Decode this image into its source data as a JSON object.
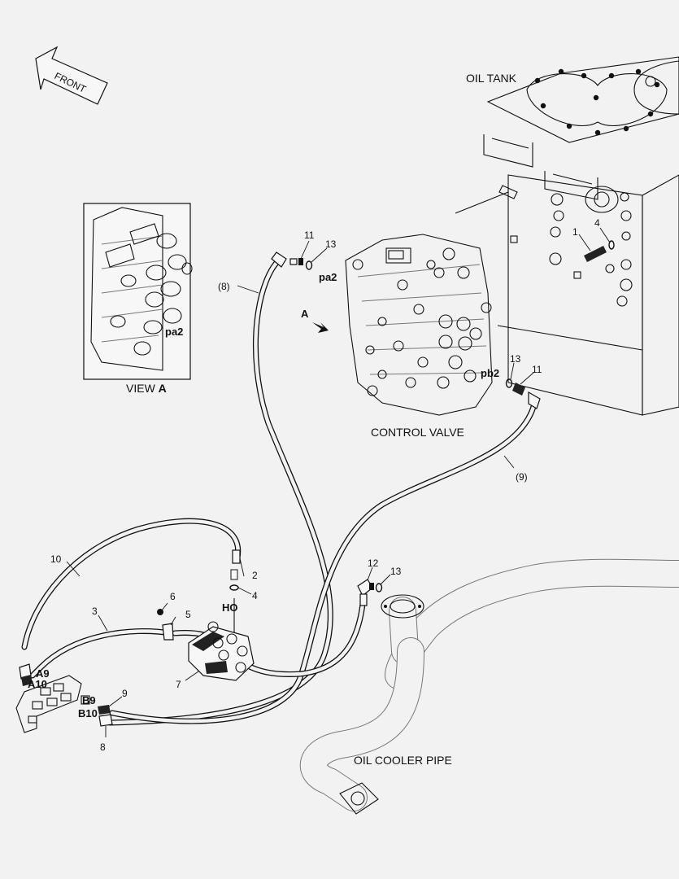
{
  "front_label": "FRONT",
  "captions": {
    "oil_tank": "OIL TANK",
    "control_valve": "CONTROL VALVE",
    "oil_cooler_pipe": "OIL COOLER PIPE",
    "view_prefix": "VIEW",
    "view_letter": "A"
  },
  "view_arrow_label": "A",
  "ports": {
    "pa2": "pa2",
    "pa2_inset": "pa2",
    "pb2": "pb2",
    "ho": "HO",
    "a9": "A9",
    "a10": "A10",
    "b9": "B9",
    "b10": "B10"
  },
  "callouts": {
    "p1": "1",
    "p2": "2",
    "p3": "3",
    "p4_tank": "4",
    "p4": "4",
    "p5": "5",
    "p6": "6",
    "p7": "7",
    "p8": "8",
    "p8_hose": "(8)",
    "p9": "9",
    "p9_hose": "(9)",
    "p10": "10",
    "p11_top": "11",
    "p11_right": "11",
    "p12": "12",
    "p13_top": "13",
    "p13_right": "13",
    "p13_cooler": "13"
  },
  "colors": {
    "ink": "#111111",
    "paper": "#f2f2f2",
    "light_line": "#777777"
  }
}
